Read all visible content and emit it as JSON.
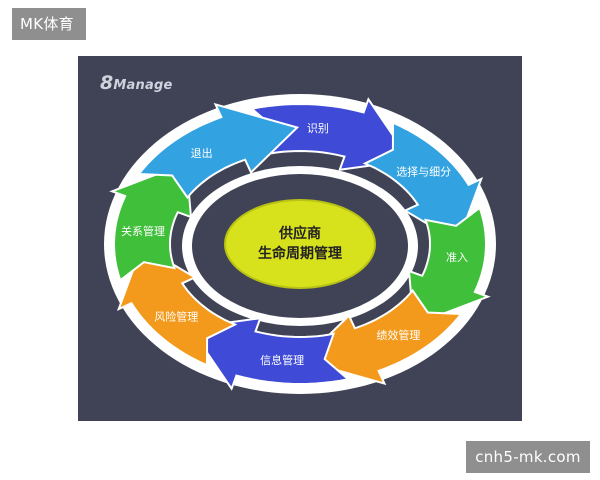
{
  "watermark_top": "MK体育",
  "watermark_bottom": "cnh5-mk.com",
  "logo": {
    "prefix": "8",
    "text": "Manage"
  },
  "center": {
    "line1": "供应商",
    "line2": "生命周期管理"
  },
  "stages": [
    {
      "label": "识别",
      "color": "#3f4bd6"
    },
    {
      "label": "选择与细分",
      "color": "#32a2e0"
    },
    {
      "label": "准入",
      "color": "#3fbf3a"
    },
    {
      "label": "绩效管理",
      "color": "#f39a1c"
    },
    {
      "label": "信息管理",
      "color": "#3f4bd6"
    },
    {
      "label": "风险管理",
      "color": "#f39a1c"
    },
    {
      "label": "关系管理",
      "color": "#3fbf3a"
    },
    {
      "label": "退出",
      "color": "#32a2e0"
    }
  ],
  "colors": {
    "panel": "#3f4355",
    "ring": "#ffffff",
    "center_fill": "#d8e21c",
    "watermark": "#8f8f8f"
  }
}
